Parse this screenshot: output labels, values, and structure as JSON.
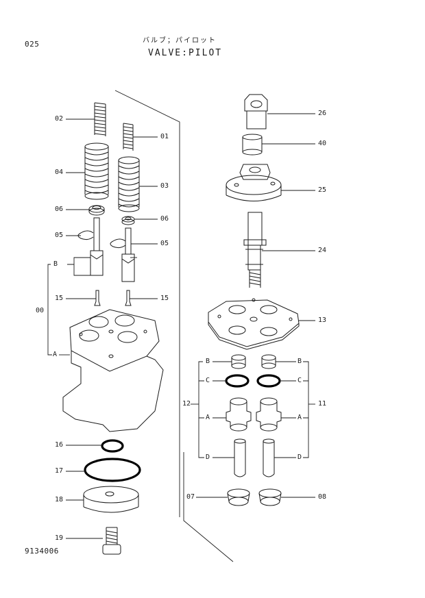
{
  "header": {
    "page_code": "025",
    "title_jp": "バルブ；パイロット",
    "title_en": "VALVE:PILOT"
  },
  "footer": {
    "drawing_number": "9134006"
  },
  "callouts": {
    "p01": "01",
    "p02": "02",
    "p03": "03",
    "p04": "04",
    "p05_left": "05",
    "p05_right": "05",
    "p06_left": "06",
    "p06_right": "06",
    "p07": "07",
    "p08": "08",
    "p11": "11",
    "p12": "12",
    "p13": "13",
    "p15_left": "15",
    "p15_right": "15",
    "p16": "16",
    "p17": "17",
    "p18": "18",
    "p19": "19",
    "p24": "24",
    "p25": "25",
    "p26": "26",
    "p40": "40",
    "p00": "00"
  },
  "sub_labels": {
    "a_left": "A",
    "b_left": "B",
    "b_r1": "B",
    "b_r2": "B",
    "c_r1": "C",
    "c_r2": "C",
    "a_r1": "A",
    "a_r2": "A",
    "d_r1": "D",
    "d_r2": "D"
  }
}
